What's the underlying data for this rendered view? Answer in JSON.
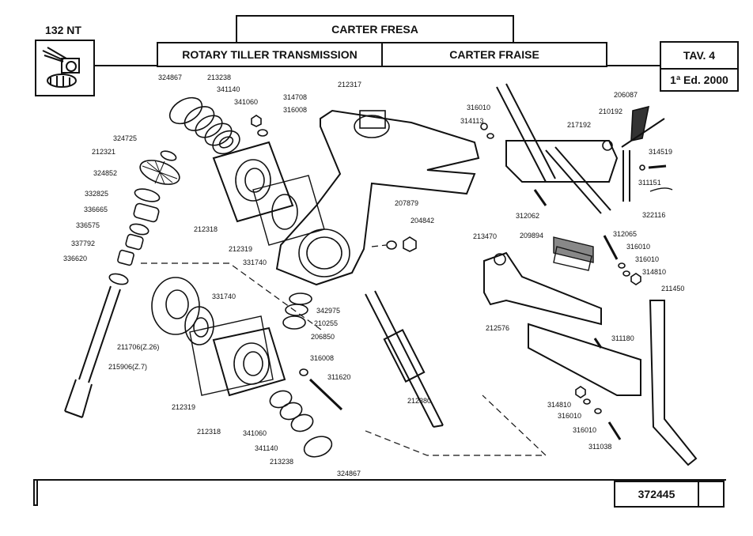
{
  "header": {
    "model": "132 NT",
    "title_it": "CARTER FRESA",
    "title_en": "ROTARY TILLER TRANSMISSION",
    "title_fr": "CARTER FRAISE",
    "table": "TAV. 4",
    "edition": "1ª Ed. 2000",
    "thumbnail_icon": "rotary-tiller-machine-icon"
  },
  "footer": {
    "code": "372445",
    "extra": ""
  },
  "parts": [
    {
      "id": "p1",
      "number": "324867"
    },
    {
      "id": "p2",
      "number": "213238"
    },
    {
      "id": "p3",
      "number": "341140"
    },
    {
      "id": "p4",
      "number": "341060"
    },
    {
      "id": "p5",
      "number": "314708"
    },
    {
      "id": "p6",
      "number": "316008"
    },
    {
      "id": "p7",
      "number": "212317"
    },
    {
      "id": "p8",
      "number": "324725"
    },
    {
      "id": "p9",
      "number": "212321"
    },
    {
      "id": "p10",
      "number": "324852"
    },
    {
      "id": "p11",
      "number": "332825"
    },
    {
      "id": "p12",
      "number": "336665"
    },
    {
      "id": "p13",
      "number": "336575"
    },
    {
      "id": "p14",
      "number": "337792"
    },
    {
      "id": "p15",
      "number": "336620"
    },
    {
      "id": "p16",
      "number": "212318"
    },
    {
      "id": "p17",
      "number": "212319"
    },
    {
      "id": "p18",
      "number": "331740"
    },
    {
      "id": "p19",
      "number": "207879"
    },
    {
      "id": "p20",
      "number": "204842"
    },
    {
      "id": "p21",
      "number": "342975"
    },
    {
      "id": "p22",
      "number": "210255"
    },
    {
      "id": "p23",
      "number": "206850"
    },
    {
      "id": "p24",
      "number": "331740"
    },
    {
      "id": "p25",
      "number": "211706(Z.26)"
    },
    {
      "id": "p26",
      "number": "215906(Z.7)"
    },
    {
      "id": "p27",
      "number": "212319"
    },
    {
      "id": "p28",
      "number": "212318"
    },
    {
      "id": "p29",
      "number": "341060"
    },
    {
      "id": "p30",
      "number": "341140"
    },
    {
      "id": "p31",
      "number": "213238"
    },
    {
      "id": "p32",
      "number": "324867"
    },
    {
      "id": "p33",
      "number": "316008"
    },
    {
      "id": "p34",
      "number": "311620"
    },
    {
      "id": "p35",
      "number": "212380"
    },
    {
      "id": "p36",
      "number": "316010"
    },
    {
      "id": "p37",
      "number": "314113"
    },
    {
      "id": "p38",
      "number": "217192"
    },
    {
      "id": "p39",
      "number": "206087"
    },
    {
      "id": "p40",
      "number": "210192"
    },
    {
      "id": "p41",
      "number": "314519"
    },
    {
      "id": "p42",
      "number": "311151"
    },
    {
      "id": "p43",
      "number": "322116"
    },
    {
      "id": "p44",
      "number": "312062"
    },
    {
      "id": "p45",
      "number": "213470"
    },
    {
      "id": "p46",
      "number": "209894"
    },
    {
      "id": "p47",
      "number": "312065"
    },
    {
      "id": "p48",
      "number": "316010"
    },
    {
      "id": "p49",
      "number": "316010"
    },
    {
      "id": "p50",
      "number": "314810"
    },
    {
      "id": "p51",
      "number": "211450"
    },
    {
      "id": "p52",
      "number": "212576"
    },
    {
      "id": "p53",
      "number": "311180"
    },
    {
      "id": "p54",
      "number": "314810"
    },
    {
      "id": "p55",
      "number": "316010"
    },
    {
      "id": "p56",
      "number": "316010"
    },
    {
      "id": "p57",
      "number": "311038"
    }
  ]
}
